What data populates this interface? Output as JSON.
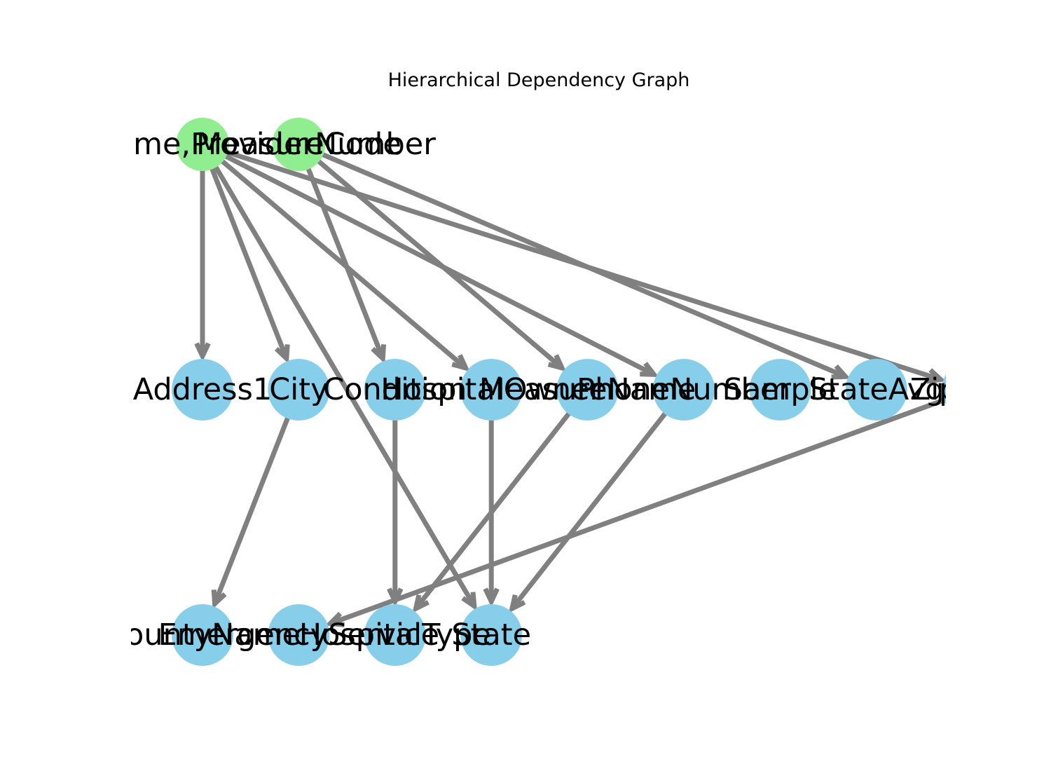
{
  "title": "Hierarchical Dependency Graph",
  "colors": {
    "source_node": "#90ee90",
    "dependent_node": "#87ceeb",
    "edge": "#808080",
    "background": "#ffffff"
  },
  "levels": [
    [
      "HospitalName,ProviderNumber",
      "MeasureCode"
    ],
    [
      "Address1",
      "City",
      "Condition",
      "HospitalOwner",
      "MeasureName",
      "PhoneNumber",
      "Sample",
      "StateAvg",
      "ZipCode"
    ],
    [
      "CountyName",
      "EmergencyService",
      "HospitalType",
      "State"
    ]
  ],
  "nodes": [
    {
      "id": "HospitalName,ProviderNumber",
      "label": "HospitalName,ProviderNumber",
      "role": "source"
    },
    {
      "id": "MeasureCode",
      "label": "MeasureCode",
      "role": "source"
    },
    {
      "id": "Address1",
      "label": "Address1",
      "role": "dependent"
    },
    {
      "id": "City",
      "label": "City",
      "role": "dependent"
    },
    {
      "id": "Condition",
      "label": "Condition",
      "role": "dependent"
    },
    {
      "id": "HospitalOwner",
      "label": "HospitalOwner",
      "role": "dependent"
    },
    {
      "id": "MeasureName",
      "label": "MeasureName",
      "role": "dependent"
    },
    {
      "id": "PhoneNumber",
      "label": "PhoneNumber",
      "role": "dependent"
    },
    {
      "id": "Sample",
      "label": "Sample",
      "role": "dependent"
    },
    {
      "id": "StateAvg",
      "label": "StateAvg",
      "role": "dependent"
    },
    {
      "id": "ZipCode",
      "label": "ZipCode",
      "role": "dependent"
    },
    {
      "id": "CountyName",
      "label": "CountyName",
      "role": "dependent"
    },
    {
      "id": "EmergencyService",
      "label": "EmergencyService",
      "role": "dependent"
    },
    {
      "id": "HospitalType",
      "label": "HospitalType",
      "role": "dependent"
    },
    {
      "id": "State",
      "label": "State",
      "role": "dependent"
    }
  ],
  "edges": [
    {
      "from": "HospitalName,ProviderNumber",
      "to": "Address1"
    },
    {
      "from": "HospitalName,ProviderNumber",
      "to": "City"
    },
    {
      "from": "HospitalName,ProviderNumber",
      "to": "HospitalOwner"
    },
    {
      "from": "HospitalName,ProviderNumber",
      "to": "PhoneNumber"
    },
    {
      "from": "HospitalName,ProviderNumber",
      "to": "ZipCode"
    },
    {
      "from": "HospitalName,ProviderNumber",
      "to": "State"
    },
    {
      "from": "MeasureCode",
      "to": "Condition"
    },
    {
      "from": "MeasureCode",
      "to": "MeasureName"
    },
    {
      "from": "MeasureCode",
      "to": "StateAvg"
    },
    {
      "from": "City",
      "to": "CountyName"
    },
    {
      "from": "ZipCode",
      "to": "EmergencyService"
    },
    {
      "from": "Condition",
      "to": "HospitalType"
    },
    {
      "from": "MeasureName",
      "to": "HospitalType"
    },
    {
      "from": "HospitalOwner",
      "to": "State"
    },
    {
      "from": "PhoneNumber",
      "to": "State"
    }
  ]
}
